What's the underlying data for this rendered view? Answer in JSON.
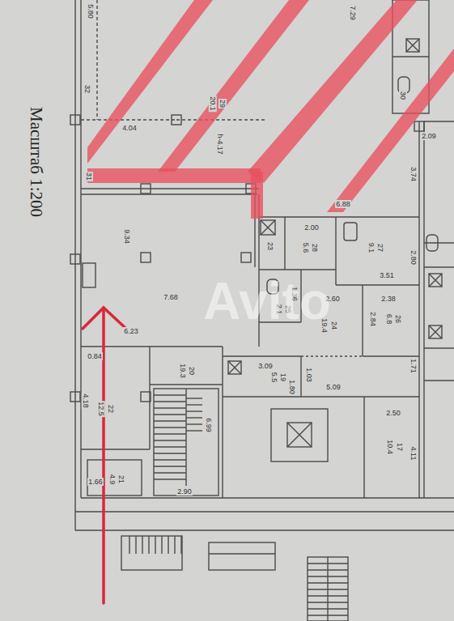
{
  "diagram": {
    "labels": [
      "Масштаб 1:200",
      "5.80",
      "7.29",
      "32",
      "4.04",
      "29",
      "20.1",
      "h-4.17",
      "30",
      "2.09",
      "3.74",
      "31",
      "6.88",
      "9.34",
      "2.00",
      "23",
      "28",
      "5.6",
      "27",
      "9.1",
      "2.80",
      "3.51",
      "7.68",
      "1.36",
      "25",
      "2.1",
      "2.60",
      "2.38",
      "2.84",
      "26",
      "6.8",
      "24",
      "19.4",
      "6.23",
      "1.71",
      "0.84",
      "20",
      "19.3",
      "3.09",
      "19",
      "5.5",
      "1.80",
      "1.03",
      "5.09",
      "22",
      "12.5",
      "4.18",
      "6.99",
      "2.50",
      "17",
      "10.4",
      "4.11",
      "1.66",
      "21",
      "4.9",
      "2.90",
      "Avito"
    ]
  }
}
